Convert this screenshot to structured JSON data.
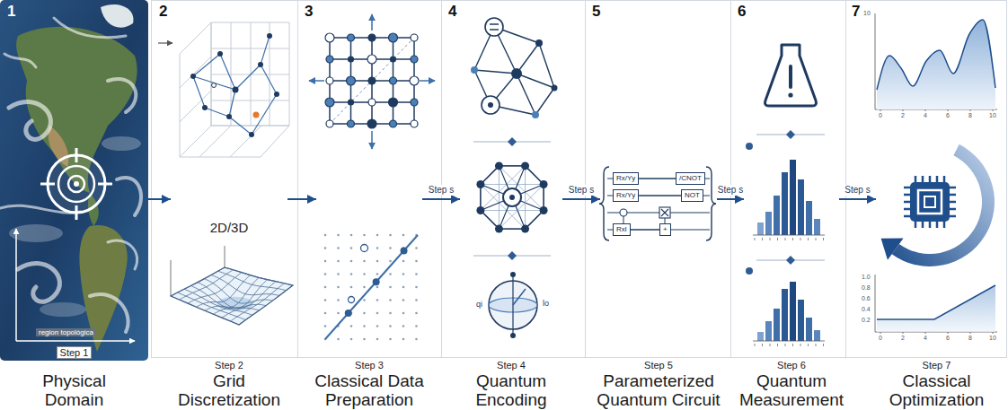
{
  "diagram": {
    "nodes": [
      {
        "text": [
          "Step 1",
          "Physical Domain"
        ]
      },
      {
        "text": [
          "Step 2",
          "Grid Discretization"
        ]
      },
      {
        "text": [
          "Step 3",
          "Classical Data Preparation"
        ]
      },
      {
        "text": [
          "Step 4",
          "Quantum Encoding"
        ]
      },
      {
        "text": [
          "Step 5",
          "Parameterized Quantum Circuit"
        ]
      },
      {
        "text": [
          "Rx/Yy"
        ],
        "in": 4
      },
      {
        "text": [
          "/CNOT"
        ],
        "in": 4
      },
      {
        "text": [
          "Rx/Yy"
        ],
        "in": 4
      },
      {
        "text": [
          "NOT"
        ],
        "in": 4
      },
      {
        "text": [
          "Rxl"
        ],
        "in": 4
      },
      {
        "text": [
          "+"
        ],
        "in": 4
      },
      {
        "text": [
          "Step 6",
          "Quantum Measurement"
        ]
      },
      {
        "text": [
          "Step 7",
          "Classical Optimization"
        ]
      }
    ],
    "edges": [
      {
        "from": 0,
        "to": 1,
        "arrow": "to"
      },
      {
        "from": 1,
        "to": 2,
        "arrow": "to"
      },
      {
        "from": 2,
        "to": 3,
        "arrow": "to",
        "label": "Step s"
      },
      {
        "from": 3,
        "to": 4,
        "arrow": "to",
        "label": "Step s"
      },
      {
        "from": 4,
        "to": 11,
        "arrow": "to",
        "label": "Step s"
      },
      {
        "from": 11,
        "to": 12,
        "arrow": "to",
        "label": "Step s"
      },
      {
        "from": 5,
        "to": 6,
        "arrow": "none"
      },
      {
        "from": 7,
        "to": 8,
        "arrow": "none"
      },
      {
        "from": 9,
        "to": 10,
        "arrow": "none"
      }
    ],
    "labels": [
      "1",
      "region topológica",
      "2",
      "2D/3D",
      "3",
      "4",
      "qi",
      "lo",
      "5",
      "6",
      "7",
      "10",
      "0",
      "2",
      "4",
      "6",
      "8",
      "10",
      "1.0",
      "0.8",
      "0.6",
      "0.4",
      "0.2",
      "0",
      "2",
      "4",
      "6",
      "8",
      "10"
    ]
  }
}
